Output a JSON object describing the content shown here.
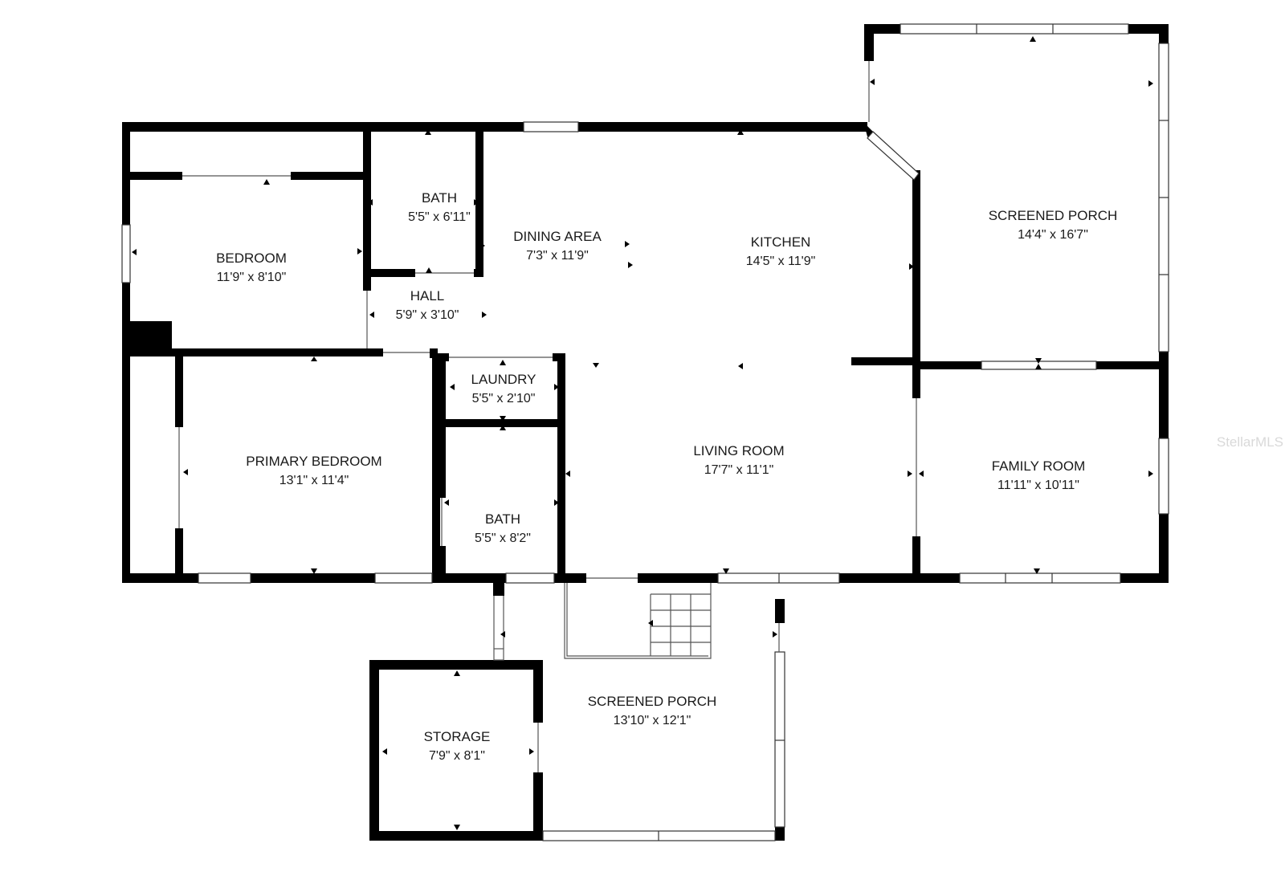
{
  "colors": {
    "wall": "#000000",
    "window": "#ffffff",
    "background": "#ffffff",
    "watermark": "#d9d9d9"
  },
  "rooms": {
    "bedroom": {
      "name": "BEDROOM",
      "dims": "11'9\" x 8'10\""
    },
    "bath_upper": {
      "name": "BATH",
      "dims": "5'5\" x 6'11\""
    },
    "dining": {
      "name": "DINING AREA",
      "dims": "7'3\" x 11'9\""
    },
    "kitchen": {
      "name": "KITCHEN",
      "dims": "14'5\" x 11'9\""
    },
    "porch_right": {
      "name": "SCREENED PORCH",
      "dims": "14'4\" x 16'7\""
    },
    "hall": {
      "name": "HALL",
      "dims": "5'9\" x 3'10\""
    },
    "laundry": {
      "name": "LAUNDRY",
      "dims": "5'5\" x 2'10\""
    },
    "primary_bedroom": {
      "name": "PRIMARY BEDROOM",
      "dims": "13'1\" x 11'4\""
    },
    "living": {
      "name": "LIVING ROOM",
      "dims": "17'7\" x 11'1\""
    },
    "family": {
      "name": "FAMILY ROOM",
      "dims": "11'11\" x 10'11\""
    },
    "bath_lower": {
      "name": "BATH",
      "dims": "5'5\" x 8'2\""
    },
    "porch_bottom": {
      "name": "SCREENED PORCH",
      "dims": "13'10\" x 12'1\""
    },
    "storage": {
      "name": "STORAGE",
      "dims": "7'9\" x 8'1\""
    }
  },
  "watermark": "StellarMLS"
}
